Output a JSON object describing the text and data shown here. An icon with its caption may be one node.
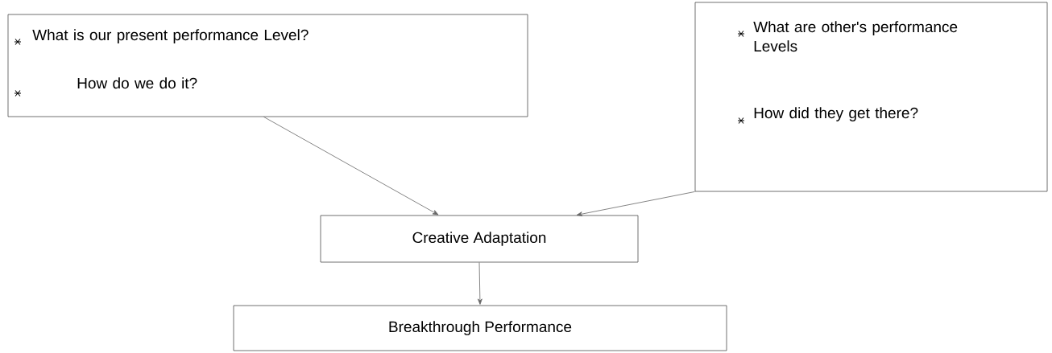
{
  "diagram": {
    "nodes": [
      {
        "text": [
          "What is our present performance Level?",
          "How do we do it?"
        ]
      },
      {
        "text": [
          "What are other's performance Levels",
          "How did they get there?"
        ]
      },
      {
        "text": [
          "Creative Adaptation"
        ]
      },
      {
        "text": [
          "Breakthrough Performance"
        ]
      }
    ],
    "edges": [
      {
        "from": 0,
        "to": 2,
        "arrow": "to"
      },
      {
        "from": 1,
        "to": 2,
        "arrow": "to"
      },
      {
        "from": 2,
        "to": 3,
        "arrow": "to"
      }
    ]
  }
}
